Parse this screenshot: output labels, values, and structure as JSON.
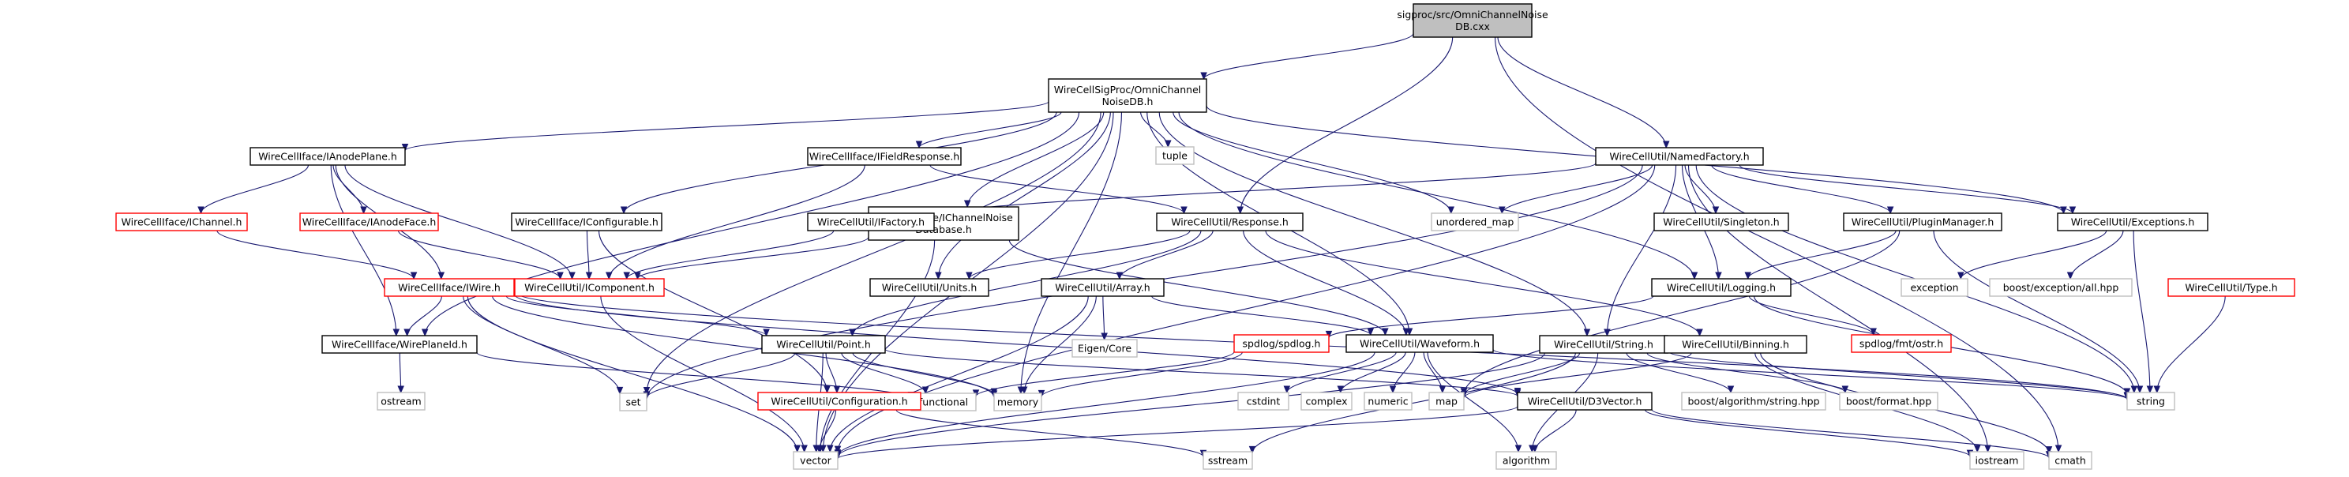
{
  "colors": {
    "edge": "#191970",
    "root_fill": "#bfbfbf",
    "linked_border": "#ff0000",
    "main_border": "#000000",
    "leaf_border": "#bfbfbf"
  },
  "nodes": [
    {
      "id": "root",
      "style": "root",
      "lines": [
        "sigproc/src/OmniChannelNoise",
        "DB.cxx"
      ]
    },
    {
      "id": "omnidb",
      "style": "main",
      "lines": [
        "WireCellSigProc/OmniChannel",
        "NoiseDB.h"
      ]
    },
    {
      "id": "namedfactory",
      "style": "main",
      "lines": [
        "WireCellUtil/NamedFactory.h"
      ]
    },
    {
      "id": "ianodeplane",
      "style": "main",
      "lines": [
        "WireCellIface/IAnodePlane.h"
      ]
    },
    {
      "id": "ifieldresponse",
      "style": "main",
      "lines": [
        "WireCellIface/IFieldResponse.h"
      ]
    },
    {
      "id": "tuple",
      "style": "leaf",
      "lines": [
        "tuple"
      ]
    },
    {
      "id": "unordered_map",
      "style": "leaf",
      "lines": [
        "unordered_map"
      ]
    },
    {
      "id": "exceptions",
      "style": "main",
      "lines": [
        "WireCellUtil/Exceptions.h"
      ]
    },
    {
      "id": "ichannel",
      "style": "linked",
      "lines": [
        "WireCellIface/IChannel.h"
      ]
    },
    {
      "id": "ianodeface",
      "style": "linked",
      "lines": [
        "WireCellIface/IAnodeFace.h"
      ]
    },
    {
      "id": "iconfigurable",
      "style": "main",
      "lines": [
        "WireCellIface/IConfigurable.h"
      ]
    },
    {
      "id": "ichannelnoisedb",
      "style": "main",
      "lines": [
        "WireCellIface/IChannelNoise",
        "Database.h"
      ]
    },
    {
      "id": "ifactory",
      "style": "main",
      "lines": [
        "WireCellUtil/IFactory.h"
      ]
    },
    {
      "id": "response",
      "style": "main",
      "lines": [
        "WireCellUtil/Response.h"
      ]
    },
    {
      "id": "singleton",
      "style": "main",
      "lines": [
        "WireCellUtil/Singleton.h"
      ]
    },
    {
      "id": "pluginmanager",
      "style": "main",
      "lines": [
        "WireCellUtil/PluginManager.h"
      ]
    },
    {
      "id": "exception",
      "style": "leaf",
      "lines": [
        "exception"
      ]
    },
    {
      "id": "boostexc",
      "style": "leaf",
      "lines": [
        "boost/exception/all.hpp"
      ]
    },
    {
      "id": "type",
      "style": "linked",
      "lines": [
        "WireCellUtil/Type.h"
      ]
    },
    {
      "id": "iwire",
      "style": "linked",
      "lines": [
        "WireCellIface/IWire.h"
      ]
    },
    {
      "id": "icomponent",
      "style": "linked",
      "lines": [
        "WireCellUtil/IComponent.h"
      ]
    },
    {
      "id": "units",
      "style": "main",
      "lines": [
        "WireCellUtil/Units.h"
      ]
    },
    {
      "id": "array",
      "style": "main",
      "lines": [
        "WireCellUtil/Array.h"
      ]
    },
    {
      "id": "logging",
      "style": "main",
      "lines": [
        "WireCellUtil/Logging.h"
      ]
    },
    {
      "id": "eigen",
      "style": "leaf",
      "lines": [
        "Eigen/Core"
      ]
    },
    {
      "id": "spdlogostr",
      "style": "linked",
      "lines": [
        "spdlog/fmt/ostr.h"
      ]
    },
    {
      "id": "wireplaneid",
      "style": "main",
      "lines": [
        "WireCellIface/WirePlaneId.h"
      ]
    },
    {
      "id": "point",
      "style": "main",
      "lines": [
        "WireCellUtil/Point.h"
      ]
    },
    {
      "id": "spdlog",
      "style": "linked",
      "lines": [
        "spdlog/spdlog.h"
      ]
    },
    {
      "id": "waveform",
      "style": "main",
      "lines": [
        "WireCellUtil/Waveform.h"
      ]
    },
    {
      "id": "string_h",
      "style": "main",
      "lines": [
        "WireCellUtil/String.h"
      ]
    },
    {
      "id": "binning",
      "style": "main",
      "lines": [
        "WireCellUtil/Binning.h"
      ]
    },
    {
      "id": "ostream",
      "style": "leaf",
      "lines": [
        "ostream"
      ]
    },
    {
      "id": "set",
      "style": "leaf",
      "lines": [
        "set"
      ]
    },
    {
      "id": "functional",
      "style": "leaf",
      "lines": [
        "functional"
      ]
    },
    {
      "id": "memory",
      "style": "leaf",
      "lines": [
        "memory"
      ]
    },
    {
      "id": "configuration",
      "style": "linked",
      "lines": [
        "WireCellUtil/Configuration.h"
      ]
    },
    {
      "id": "cstdint",
      "style": "leaf",
      "lines": [
        "cstdint"
      ]
    },
    {
      "id": "complex",
      "style": "leaf",
      "lines": [
        "complex"
      ]
    },
    {
      "id": "numeric",
      "style": "leaf",
      "lines": [
        "numeric"
      ]
    },
    {
      "id": "map",
      "style": "leaf",
      "lines": [
        "map"
      ]
    },
    {
      "id": "d3vector",
      "style": "main",
      "lines": [
        "WireCellUtil/D3Vector.h"
      ]
    },
    {
      "id": "boostalgo",
      "style": "leaf",
      "lines": [
        "boost/algorithm/string.hpp"
      ]
    },
    {
      "id": "boostformat",
      "style": "leaf",
      "lines": [
        "boost/format.hpp"
      ]
    },
    {
      "id": "string",
      "style": "leaf",
      "lines": [
        "string"
      ]
    },
    {
      "id": "vector",
      "style": "leaf",
      "lines": [
        "vector"
      ]
    },
    {
      "id": "sstream",
      "style": "leaf",
      "lines": [
        "sstream"
      ]
    },
    {
      "id": "algorithm",
      "style": "leaf",
      "lines": [
        "algorithm"
      ]
    },
    {
      "id": "iostream",
      "style": "leaf",
      "lines": [
        "iostream"
      ]
    },
    {
      "id": "cmath",
      "style": "leaf",
      "lines": [
        "cmath"
      ]
    }
  ],
  "edges": [
    [
      "root",
      "omnidb"
    ],
    [
      "root",
      "response"
    ],
    [
      "root",
      "namedfactory"
    ],
    [
      "root",
      "cmath"
    ],
    [
      "omnidb",
      "ianodeplane"
    ],
    [
      "omnidb",
      "ifieldresponse"
    ],
    [
      "omnidb",
      "tuple"
    ],
    [
      "omnidb",
      "unordered_map"
    ],
    [
      "omnidb",
      "exceptions"
    ],
    [
      "omnidb",
      "iconfigurable"
    ],
    [
      "omnidb",
      "ichannelnoisedb"
    ],
    [
      "omnidb",
      "units"
    ],
    [
      "omnidb",
      "logging"
    ],
    [
      "omnidb",
      "waveform"
    ],
    [
      "omnidb",
      "string_h"
    ],
    [
      "omnidb",
      "memory"
    ],
    [
      "omnidb",
      "wireplaneid"
    ],
    [
      "omnidb",
      "vector"
    ],
    [
      "omnidb",
      "set"
    ],
    [
      "namedfactory",
      "exceptions"
    ],
    [
      "namedfactory",
      "ifactory"
    ],
    [
      "namedfactory",
      "singleton"
    ],
    [
      "namedfactory",
      "pluginmanager"
    ],
    [
      "namedfactory",
      "logging"
    ],
    [
      "namedfactory",
      "string_h"
    ],
    [
      "namedfactory",
      "unordered_map"
    ],
    [
      "namedfactory",
      "vector"
    ],
    [
      "namedfactory",
      "string"
    ],
    [
      "namedfactory",
      "iostream"
    ],
    [
      "namedfactory",
      "set"
    ],
    [
      "ianodeplane",
      "ichannel"
    ],
    [
      "ianodeplane",
      "ianodeface"
    ],
    [
      "ianodeplane",
      "iwire"
    ],
    [
      "ianodeplane",
      "icomponent"
    ],
    [
      "ianodeplane",
      "wireplaneid"
    ],
    [
      "ifieldresponse",
      "icomponent"
    ],
    [
      "ifieldresponse",
      "response"
    ],
    [
      "ichannel",
      "iwire"
    ],
    [
      "ianodeface",
      "icomponent"
    ],
    [
      "iconfigurable",
      "icomponent"
    ],
    [
      "iconfigurable",
      "configuration"
    ],
    [
      "ichannelnoisedb",
      "icomponent"
    ],
    [
      "ichannelnoisedb",
      "waveform"
    ],
    [
      "ichannelnoisedb",
      "vector"
    ],
    [
      "ifactory",
      "icomponent"
    ],
    [
      "response",
      "units"
    ],
    [
      "response",
      "array"
    ],
    [
      "response",
      "waveform"
    ],
    [
      "response",
      "point"
    ],
    [
      "response",
      "binning"
    ],
    [
      "pluginmanager",
      "logging"
    ],
    [
      "pluginmanager",
      "string"
    ],
    [
      "pluginmanager",
      "map"
    ],
    [
      "exceptions",
      "exception"
    ],
    [
      "exceptions",
      "boostexc"
    ],
    [
      "exceptions",
      "string"
    ],
    [
      "type",
      "string"
    ],
    [
      "iwire",
      "wireplaneid"
    ],
    [
      "iwire",
      "point"
    ],
    [
      "iwire",
      "vector"
    ],
    [
      "iwire",
      "set"
    ],
    [
      "iwire",
      "memory"
    ],
    [
      "iwire",
      "d3vector"
    ],
    [
      "iwire",
      "string"
    ],
    [
      "icomponent",
      "vector"
    ],
    [
      "array",
      "eigen"
    ],
    [
      "array",
      "waveform"
    ],
    [
      "array",
      "vector"
    ],
    [
      "array",
      "memory"
    ],
    [
      "logging",
      "spdlog"
    ],
    [
      "logging",
      "spdlogostr"
    ],
    [
      "logging",
      "string"
    ],
    [
      "wireplaneid",
      "ostream"
    ],
    [
      "wireplaneid",
      "functional"
    ],
    [
      "point",
      "configuration"
    ],
    [
      "point",
      "d3vector"
    ],
    [
      "point",
      "set"
    ],
    [
      "point",
      "memory"
    ],
    [
      "point",
      "vector"
    ],
    [
      "point",
      "functional"
    ],
    [
      "spdlog",
      "functional"
    ],
    [
      "spdlog",
      "memory"
    ],
    [
      "waveform",
      "cstdint"
    ],
    [
      "waveform",
      "complex"
    ],
    [
      "waveform",
      "numeric"
    ],
    [
      "waveform",
      "map"
    ],
    [
      "waveform",
      "algorithm"
    ],
    [
      "waveform",
      "vector"
    ],
    [
      "waveform",
      "string"
    ],
    [
      "string_h",
      "boostalgo"
    ],
    [
      "string_h",
      "boostformat"
    ],
    [
      "string_h",
      "map"
    ],
    [
      "string_h",
      "vector"
    ],
    [
      "string_h",
      "sstream"
    ],
    [
      "string_h",
      "string"
    ],
    [
      "string_h",
      "algorithm"
    ],
    [
      "binning",
      "map"
    ],
    [
      "binning",
      "cmath"
    ],
    [
      "binning",
      "iostream"
    ],
    [
      "configuration",
      "vector"
    ],
    [
      "configuration",
      "sstream"
    ],
    [
      "d3vector",
      "algorithm"
    ],
    [
      "d3vector",
      "iostream"
    ],
    [
      "d3vector",
      "cmath"
    ],
    [
      "d3vector",
      "vector"
    ]
  ]
}
